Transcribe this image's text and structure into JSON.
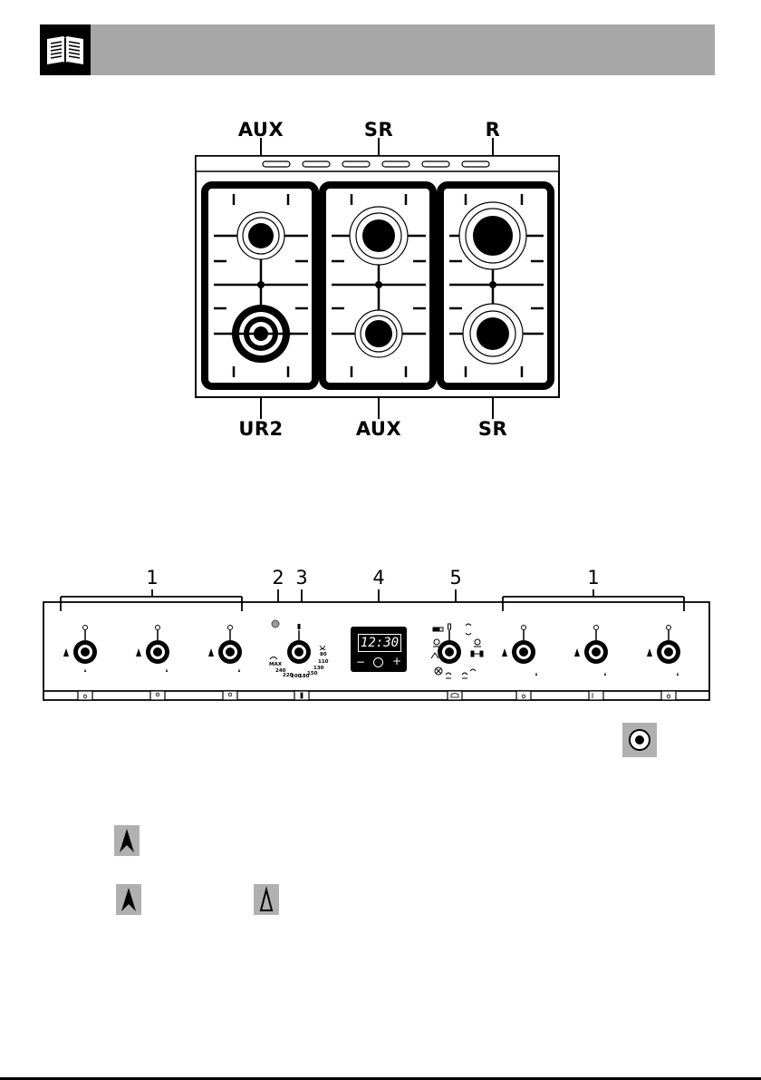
{
  "hob_labels": {
    "top": [
      "AUX",
      "SR",
      "R"
    ],
    "bottom": [
      "UR2",
      "AUX",
      "SR"
    ]
  },
  "panel_callouts": [
    "1",
    "2",
    "3",
    "4",
    "5",
    "1"
  ],
  "display": {
    "time": "12:30",
    "minus": "−",
    "plus": "+"
  },
  "thermostat_marks": [
    "MAX",
    "240",
    "220",
    "200",
    "180",
    "150",
    "130",
    "110",
    "80"
  ],
  "icons": {
    "header": "open-book-icon",
    "burner_knob": "burner-knob-symbol-icon",
    "large_flame": "large-flame-icon",
    "small_flame": "small-flame-icon"
  },
  "colors": {
    "header_band": "#a7a7a7",
    "icon_box": "#b0b0b0"
  }
}
